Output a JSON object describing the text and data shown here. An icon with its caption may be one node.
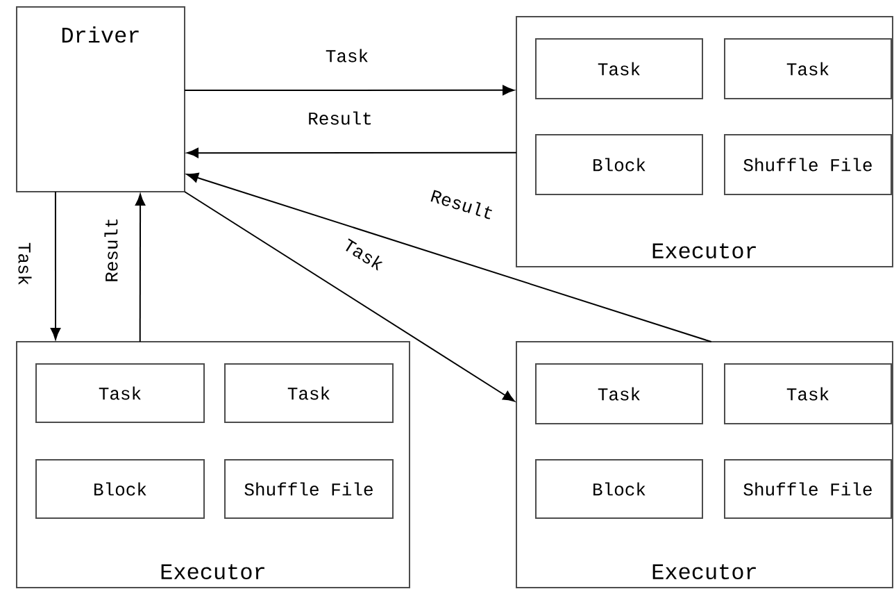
{
  "diagram": {
    "nodes": [
      {
        "text": [
          "Driver"
        ]
      },
      {
        "text": [
          "Executor"
        ]
      },
      {
        "text": [
          "Task"
        ],
        "in": 1
      },
      {
        "text": [
          "Task"
        ],
        "in": 1
      },
      {
        "text": [
          "Block"
        ],
        "in": 1
      },
      {
        "text": [
          "Shuffle File"
        ],
        "in": 1
      },
      {
        "text": [
          "Executor"
        ]
      },
      {
        "text": [
          "Task"
        ],
        "in": 6
      },
      {
        "text": [
          "Task"
        ],
        "in": 6
      },
      {
        "text": [
          "Block"
        ],
        "in": 6
      },
      {
        "text": [
          "Shuffle File"
        ],
        "in": 6
      },
      {
        "text": [
          "Executor"
        ]
      },
      {
        "text": [
          "Task"
        ],
        "in": 11
      },
      {
        "text": [
          "Task"
        ],
        "in": 11
      },
      {
        "text": [
          "Block"
        ],
        "in": 11
      },
      {
        "text": [
          "Shuffle File"
        ],
        "in": 11
      }
    ],
    "edges": [
      {
        "from": 0,
        "to": 1,
        "arrow": "to",
        "label": "Task"
      },
      {
        "from": 1,
        "to": 0,
        "arrow": "to",
        "label": "Result"
      },
      {
        "from": 0,
        "to": 6,
        "arrow": "to",
        "label": "Task"
      },
      {
        "from": 6,
        "to": 0,
        "arrow": "to",
        "label": "Result"
      },
      {
        "from": 0,
        "to": 11,
        "arrow": "to",
        "label": "Task"
      },
      {
        "from": 11,
        "to": 0,
        "arrow": "to",
        "label": "Result"
      }
    ]
  }
}
